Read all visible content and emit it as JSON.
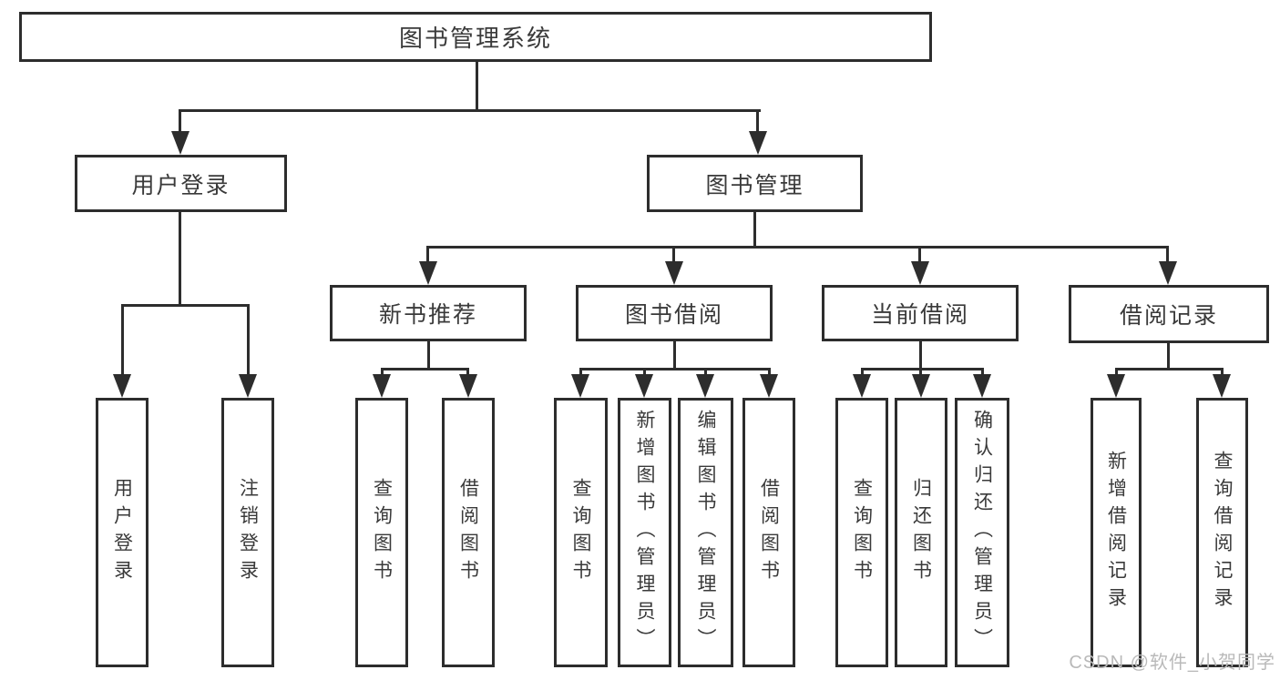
{
  "diagram": {
    "type": "tree",
    "root": {
      "label": "图书管理系统"
    },
    "branches": [
      {
        "label": "用户登录",
        "children": [
          {
            "label": "用户登录"
          },
          {
            "label": "注销登录"
          }
        ]
      },
      {
        "label": "图书管理",
        "groups": [
          {
            "label": "新书推荐",
            "children": [
              {
                "label": "查询图书"
              },
              {
                "label": "借阅图书"
              }
            ]
          },
          {
            "label": "图书借阅",
            "children": [
              {
                "label": "查询图书"
              },
              {
                "label": "新增图书（管理员）"
              },
              {
                "label": "编辑图书（管理员）"
              },
              {
                "label": "借阅图书"
              }
            ]
          },
          {
            "label": "当前借阅",
            "children": [
              {
                "label": "查询图书"
              },
              {
                "label": "归还图书"
              },
              {
                "label": "确认归还（管理员）"
              }
            ]
          },
          {
            "label": "借阅记录",
            "children": [
              {
                "label": "新增借阅记录"
              },
              {
                "label": "查询借阅记录"
              }
            ]
          }
        ]
      }
    ]
  },
  "watermark": {
    "text": "CSDN @软件_小贺同学"
  },
  "colors": {
    "line": "#2d2d2d",
    "text": "#3a3a3a",
    "background": "#ffffff",
    "watermark": "#b9b9b9"
  }
}
